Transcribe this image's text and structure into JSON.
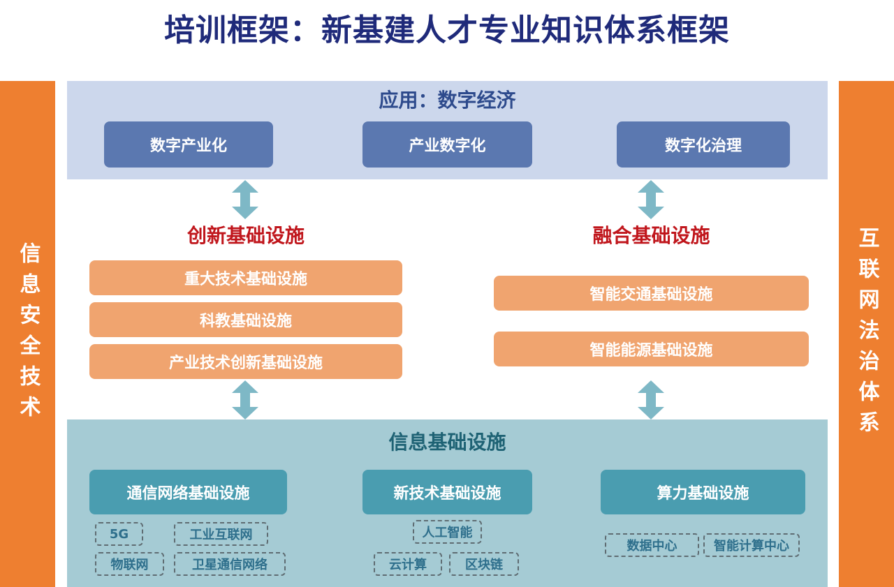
{
  "title": "培训框架：新基建人才专业知识体系框架",
  "left_sidebar": "信息安全技术",
  "right_sidebar": "互联网法治体系",
  "application": {
    "title": "应用：数字经济",
    "items": [
      "数字产业化",
      "产业数字化",
      "数字化治理"
    ]
  },
  "innovation": {
    "title": "创新基础设施",
    "items": [
      "重大技术基础设施",
      "科教基础设施",
      "产业技术创新基础设施"
    ]
  },
  "fusion": {
    "title": "融合基础设施",
    "items": [
      "智能交通基础设施",
      "智能能源基础设施"
    ]
  },
  "information": {
    "title": "信息基础设施",
    "groups": [
      {
        "label": "通信网络基础设施",
        "tags": [
          "5G",
          "工业互联网",
          "物联网",
          "卫星通信网络"
        ]
      },
      {
        "label": "新技术基础设施",
        "tags": [
          "人工智能",
          "云计算",
          "区块链"
        ]
      },
      {
        "label": "算力基础设施",
        "tags": [
          "数据中心",
          "智能计算中心"
        ]
      }
    ]
  },
  "colors": {
    "title": "#1f2a7a",
    "sidebar": "#ee7f30",
    "top_panel": "#ccd7ec",
    "bottom_panel": "#a5cbd4",
    "dark_blue_box": "#5b78b0",
    "teal_box": "#4a9db0",
    "orange_box": "#f0a46f",
    "red_heading": "#c0161c",
    "arrow": "#7eb8c6"
  },
  "icons": [
    "double-arrow-icon"
  ]
}
